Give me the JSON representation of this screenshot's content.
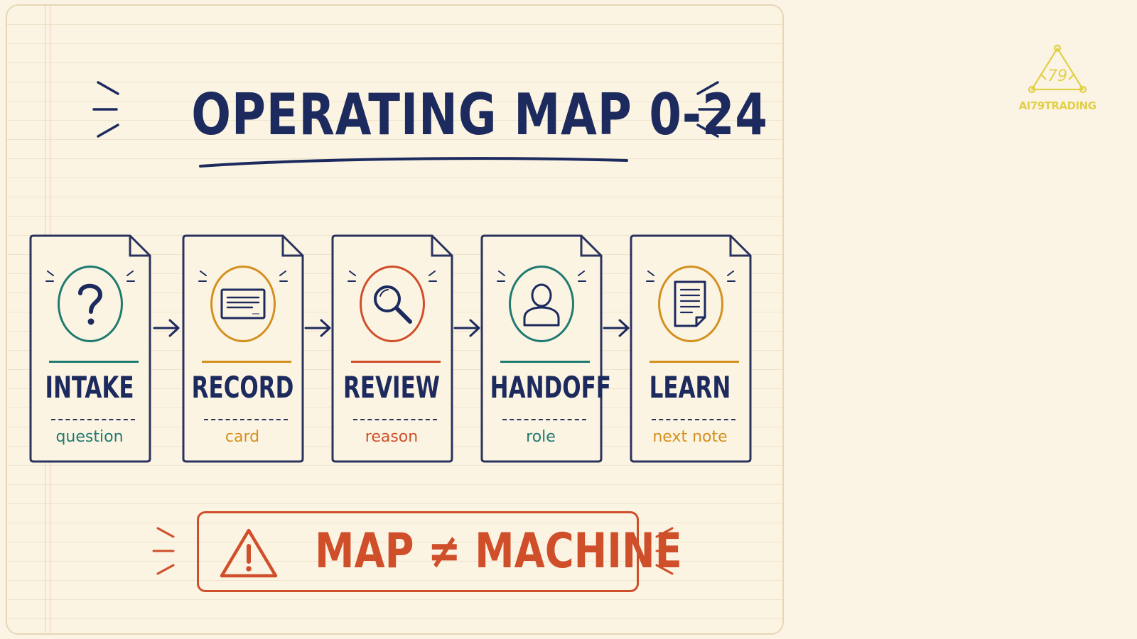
{
  "title": "OPERATING MAP 0-24",
  "steps": [
    {
      "label": "INTAKE",
      "sub": "question",
      "color": "#1f7a70",
      "icon": "question-mark-icon"
    },
    {
      "label": "RECORD",
      "sub": "card",
      "color": "#d4901f",
      "icon": "card-icon"
    },
    {
      "label": "REVIEW",
      "sub": "reason",
      "color": "#cf4f2b",
      "icon": "magnifier-icon"
    },
    {
      "label": "HANDOFF",
      "sub": "role",
      "color": "#1f7a70",
      "icon": "person-icon"
    },
    {
      "label": "LEARN",
      "sub": "next note",
      "color": "#d4901f",
      "icon": "document-icon"
    }
  ],
  "warning": {
    "text": "MAP ≠ MACHINE",
    "icon": "warning-triangle-icon",
    "color": "#cf4f2b"
  },
  "brand": {
    "name": "AI79TRADING",
    "logo_text": "79",
    "color": "#e2cf4a"
  },
  "colors": {
    "ink": "#1c2a5e",
    "paper": "#fcf4e3"
  }
}
